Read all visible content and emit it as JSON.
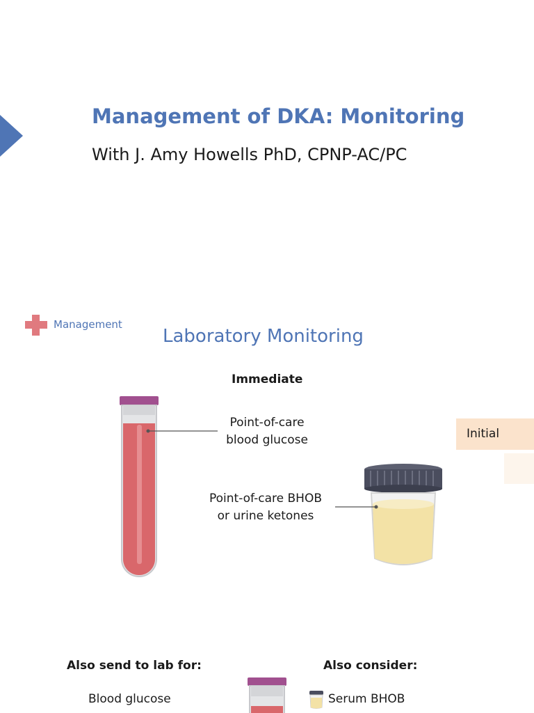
{
  "header": {
    "title": "Management of DKA: Monitoring",
    "subtitle": "With J. Amy Howells PhD, CPNP-AC/PC"
  },
  "slide": {
    "section_label": "Management",
    "heading": "Laboratory Monitoring",
    "immediate_heading": "Immediate",
    "callouts": {
      "glucose_line1": "Point-of-care",
      "glucose_line2": "blood glucose",
      "bhob_line1": "Point-of-care BHOB",
      "bhob_line2": "or urine ketones"
    },
    "initial_tab": "Initial",
    "send_heading": "Also send to lab for:",
    "consider_heading": "Also consider:",
    "send_items": [
      "Blood glucose"
    ],
    "consider_items": [
      "Serum BHOB"
    ]
  },
  "colors": {
    "accent_blue": "#4f75b5",
    "cross_red": "#e07a7f",
    "blood_red": "#d9676b",
    "tube_cap": "#a1508f",
    "urine_yellow": "#f3e2a6",
    "cup_lid": "#4a4d5e",
    "initial_tab_bg": "#fbe3cc"
  },
  "icons": {
    "play": "play-arrow-icon",
    "cross": "medical-cross-icon",
    "tube": "blood-tube-icon",
    "cup": "specimen-cup-icon"
  }
}
